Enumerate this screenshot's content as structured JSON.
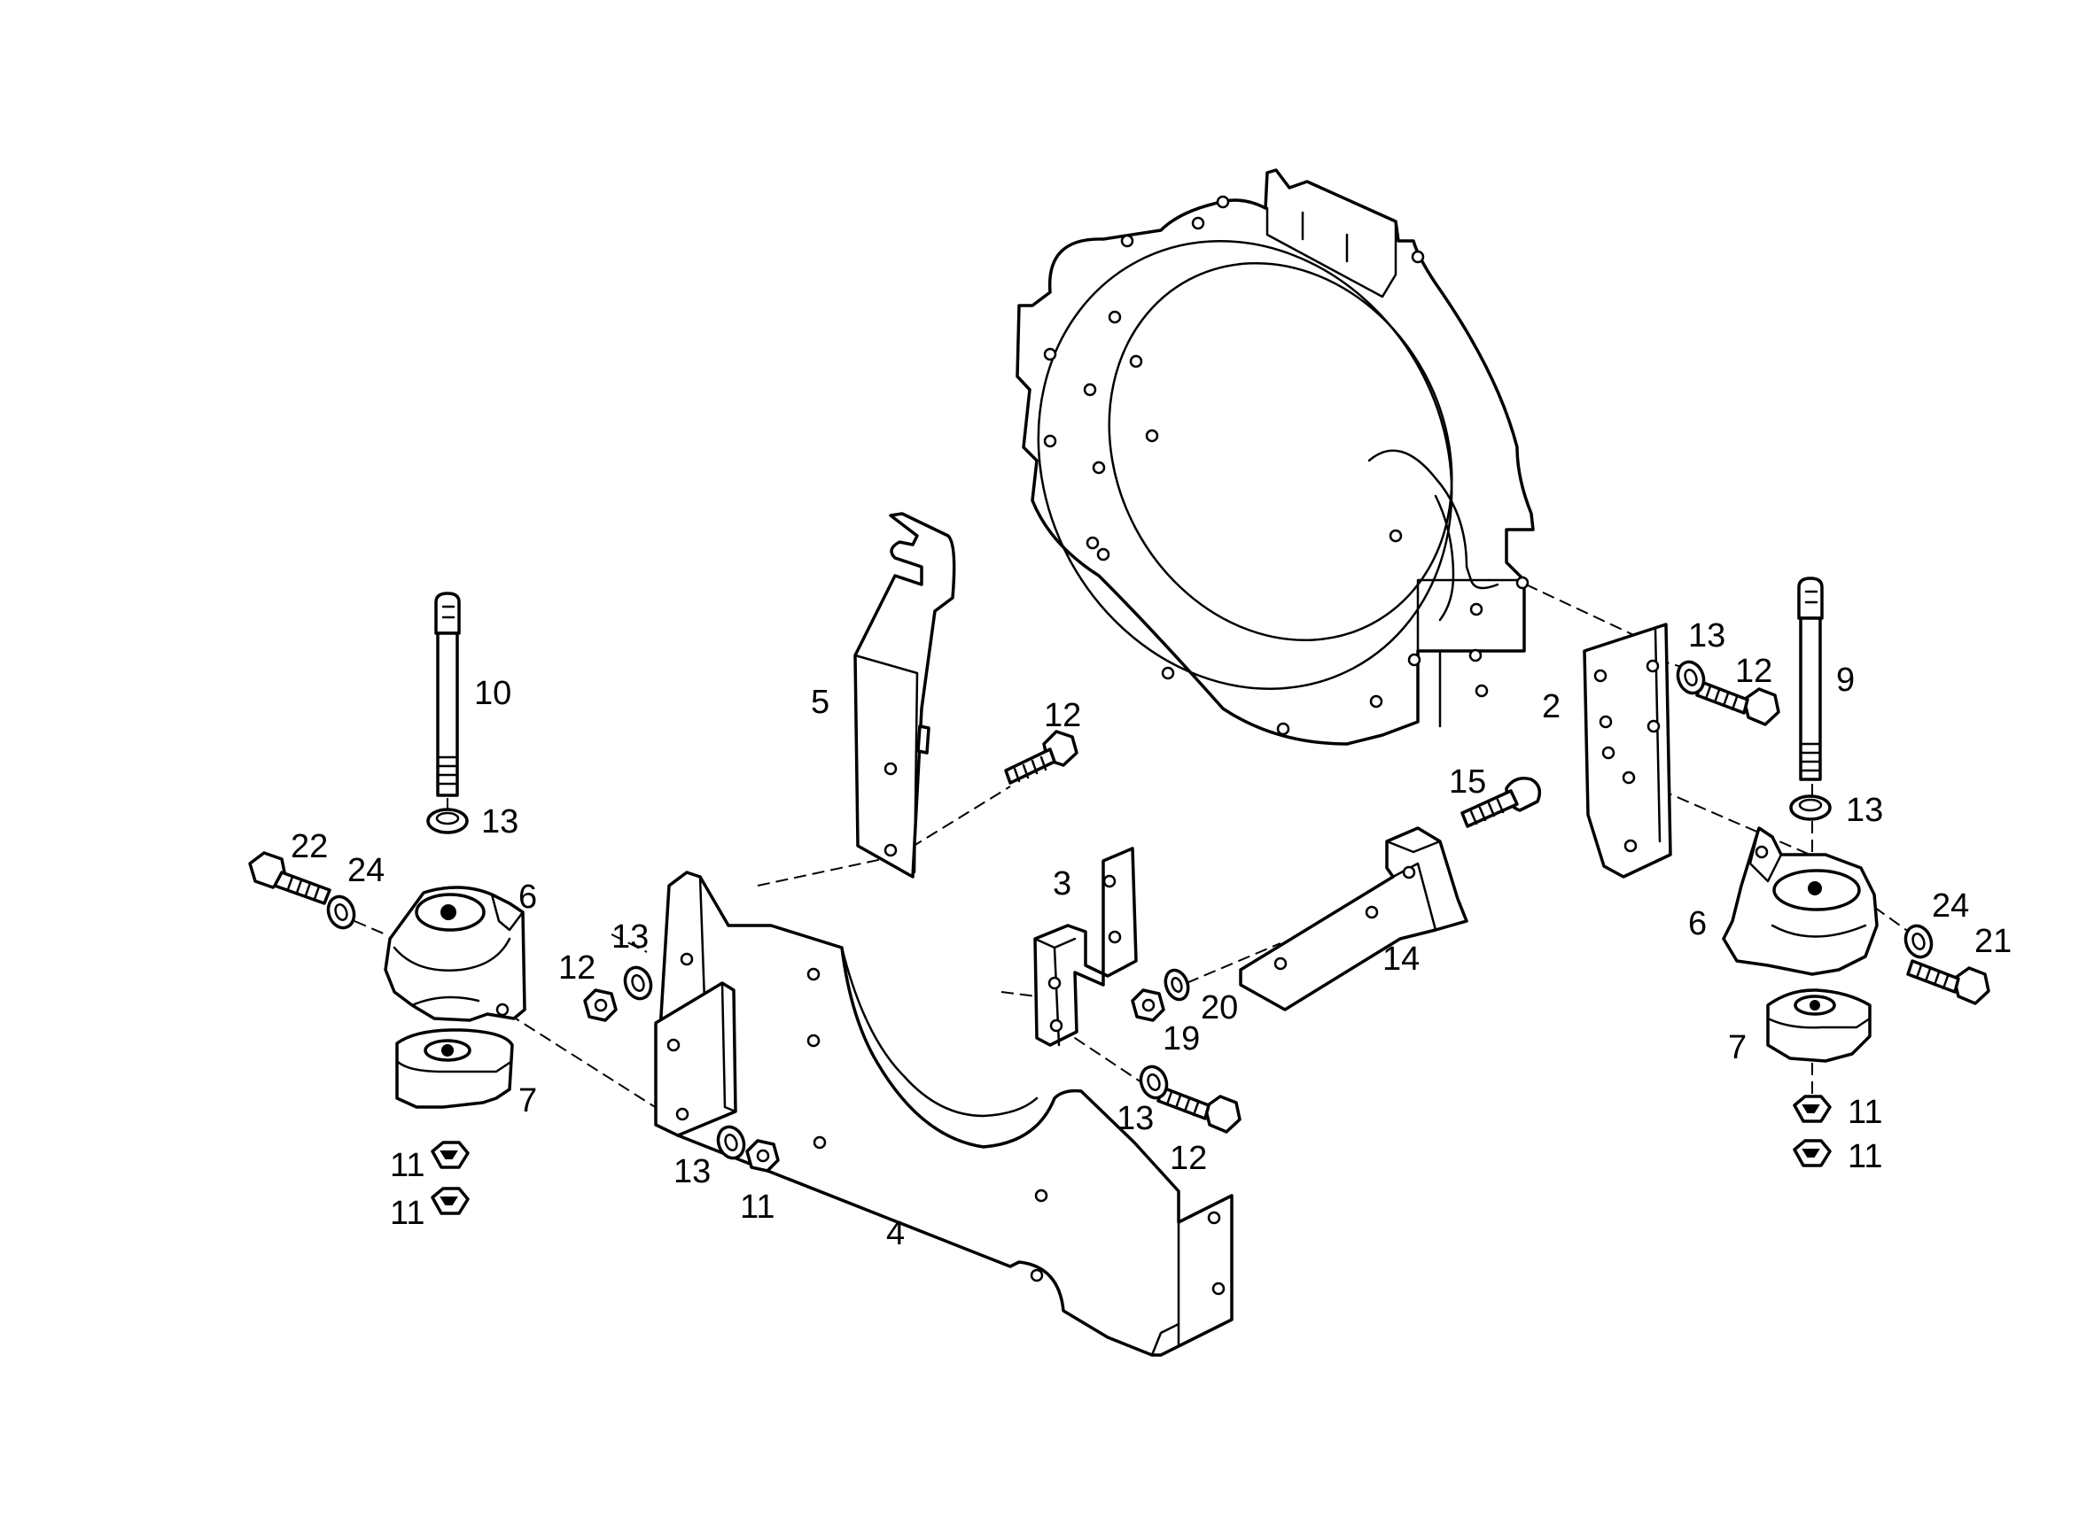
{
  "diagram": {
    "callouts": {
      "c2": "2",
      "c3": "3",
      "c4": "4",
      "c5": "5",
      "c6_left": "6",
      "c6_right": "6",
      "c7_left": "7",
      "c7_right": "7",
      "c9": "9",
      "c10": "10",
      "c11_a": "11",
      "c11_b": "11",
      "c11_c": "11",
      "c11_d": "11",
      "c11_e": "11",
      "c12_a": "12",
      "c12_b": "12",
      "c12_c": "12",
      "c12_d": "12",
      "c13_a": "13",
      "c13_b": "13",
      "c13_c": "13",
      "c13_d": "13",
      "c13_e": "13",
      "c13_f": "13",
      "c14": "14",
      "c15": "15",
      "c19": "19",
      "c20": "20",
      "c21": "21",
      "c22": "22",
      "c24_left": "24",
      "c24_right": "24"
    }
  }
}
